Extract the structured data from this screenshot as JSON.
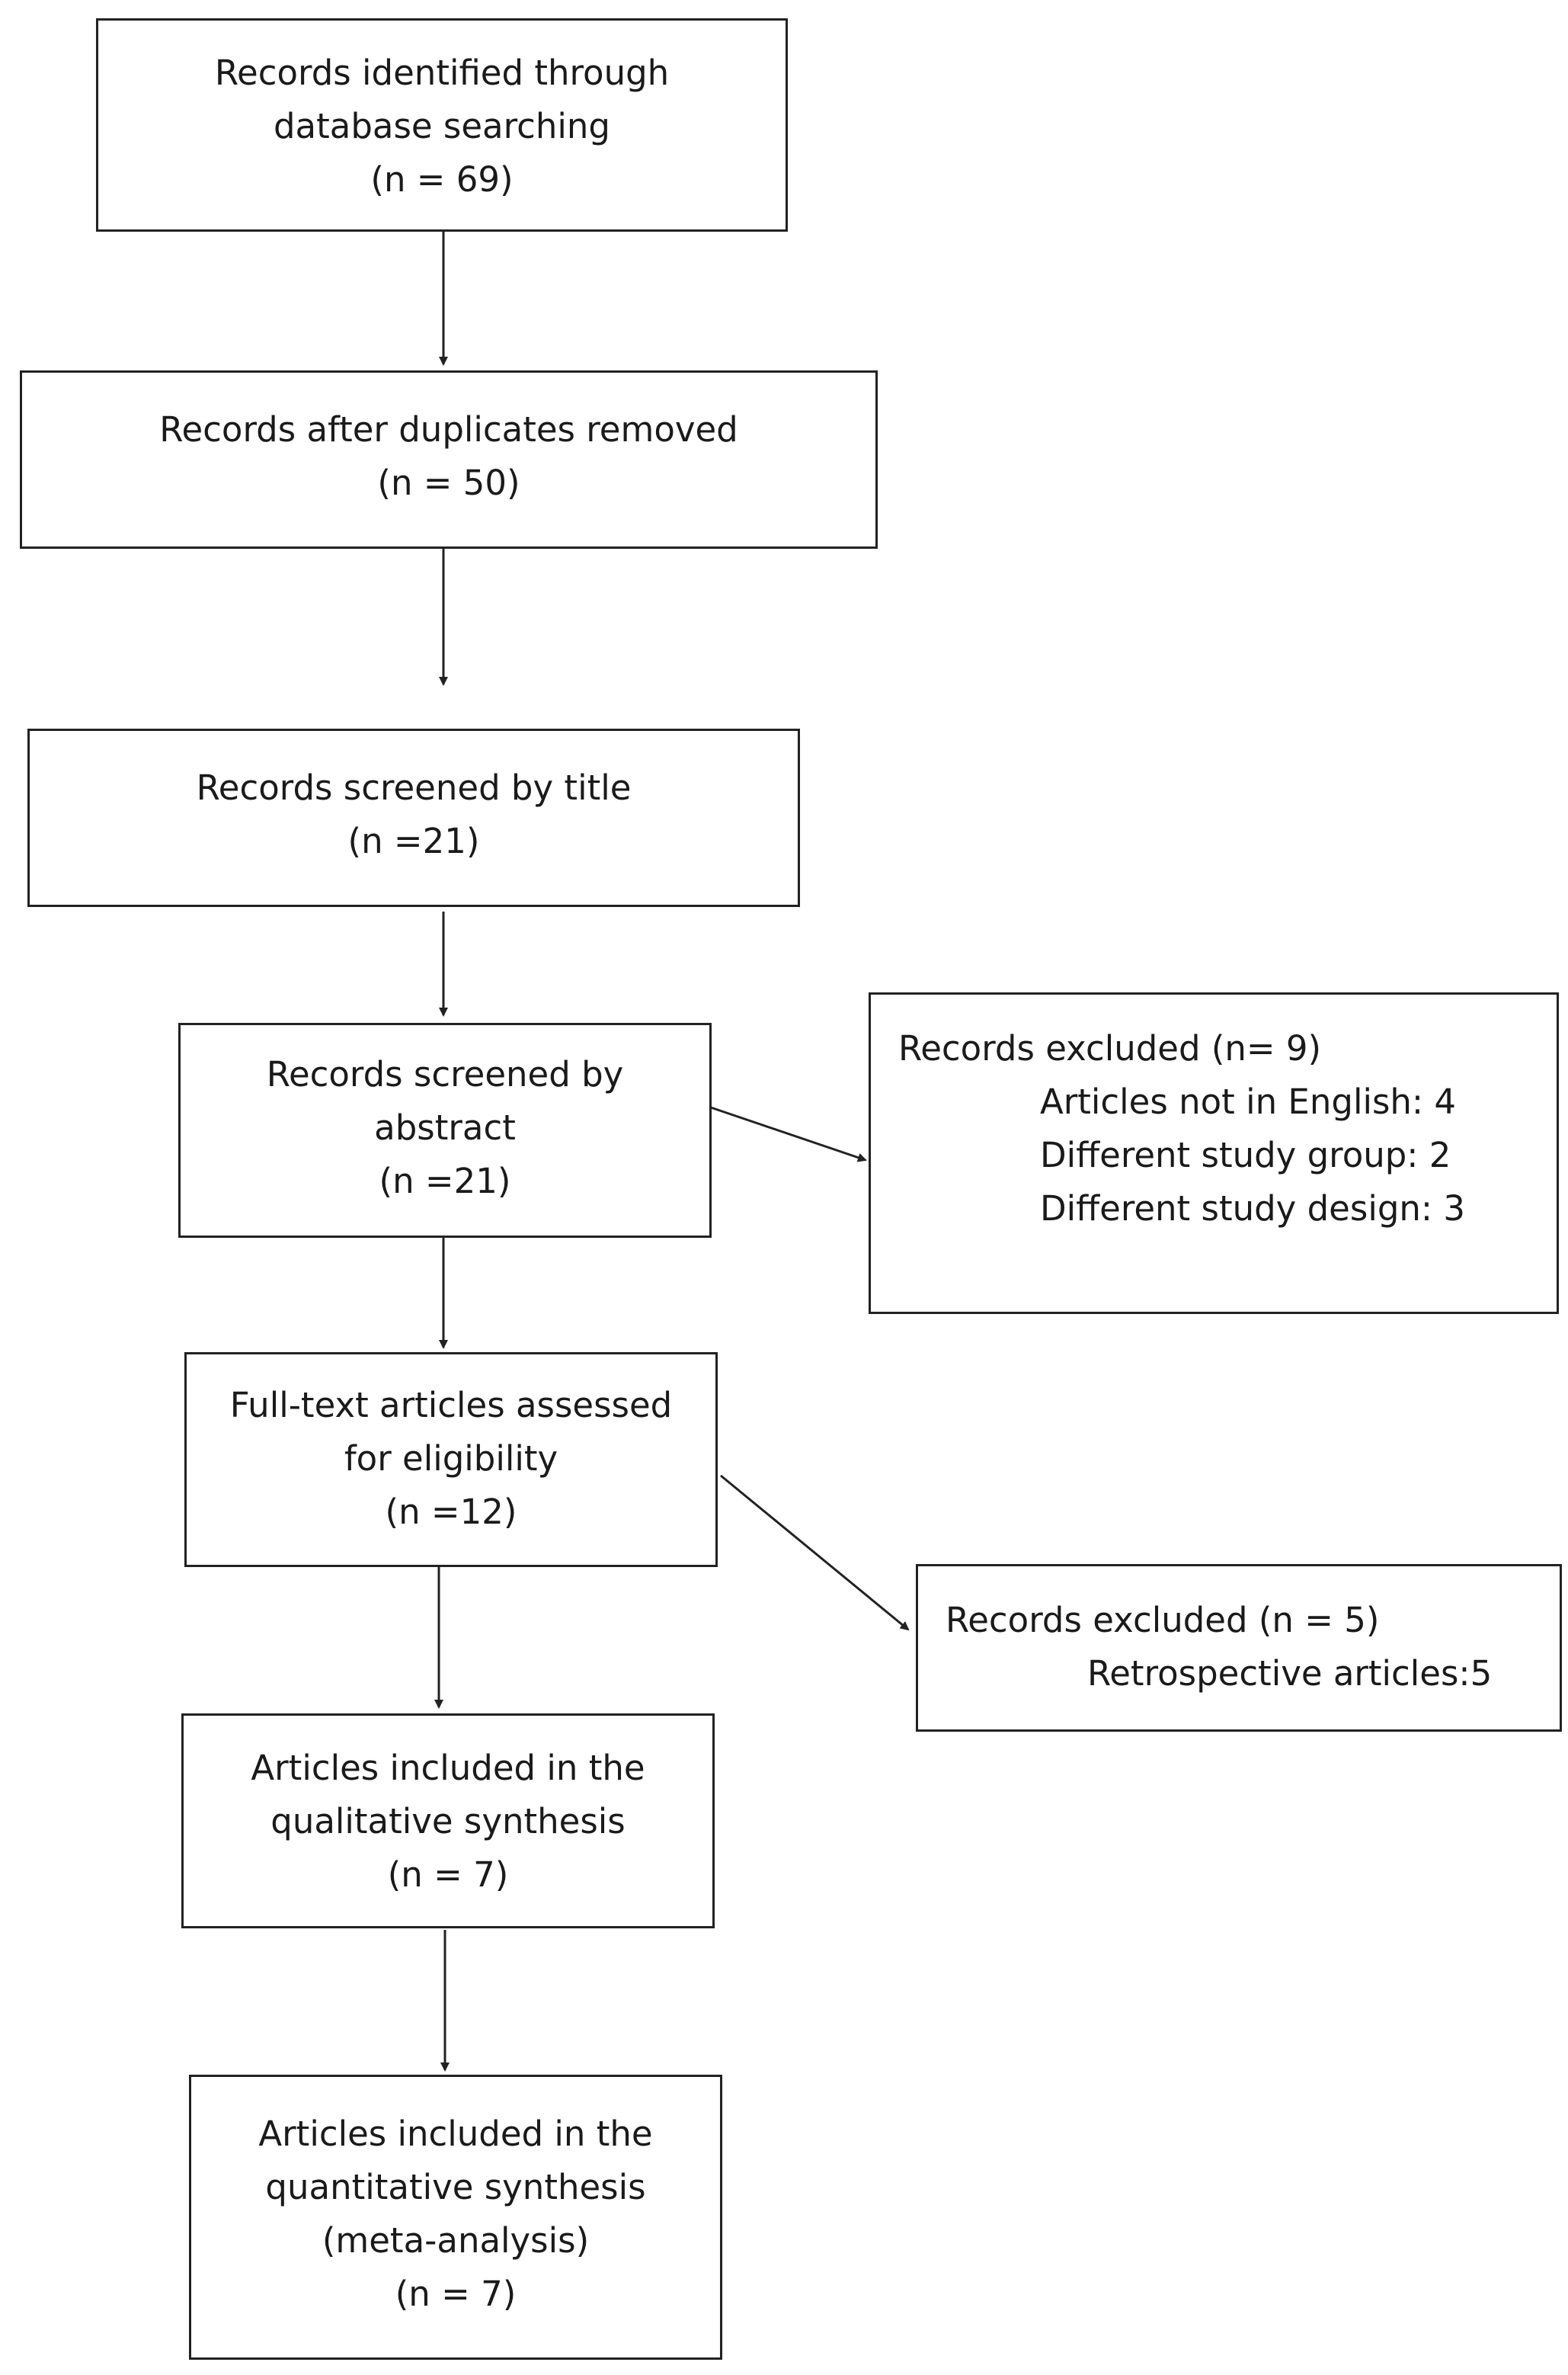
{
  "flow": {
    "identified": {
      "lines": [
        "Records identified through",
        "database searching",
        "(n = 69)"
      ]
    },
    "duplicates_removed": {
      "lines": [
        "Records after duplicates removed",
        "(n = 50)"
      ]
    },
    "screened_title": {
      "lines": [
        "Records screened by title",
        "(n =21)"
      ]
    },
    "screened_abstract": {
      "lines": [
        "Records screened by",
        "abstract",
        "(n =21)"
      ]
    },
    "fulltext": {
      "lines": [
        "Full-text articles assessed",
        "for eligibility",
        "(n =12)"
      ]
    },
    "qualitative": {
      "lines": [
        "Articles included in the",
        "qualitative synthesis",
        "(n = 7)"
      ]
    },
    "quantitative": {
      "lines": [
        "Articles included in the",
        "quantitative synthesis",
        "(meta-analysis)",
        "(n = 7)"
      ]
    }
  },
  "exclusions": {
    "abstract": {
      "title": "Records excluded (n= 9)",
      "items": [
        "Articles not in English: 4",
        "Different study group: 2",
        "Different study design: 3"
      ]
    },
    "fulltext": {
      "title": "Records excluded (n = 5)",
      "items": [
        "Retrospective articles:5"
      ]
    }
  }
}
